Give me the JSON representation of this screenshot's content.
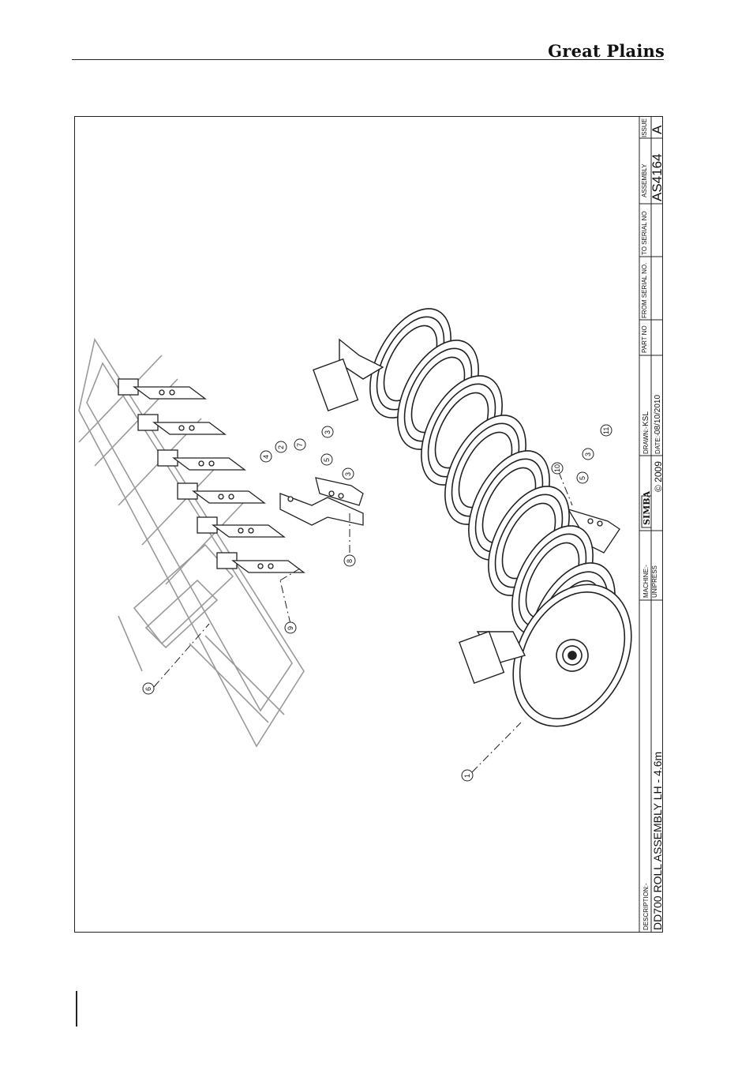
{
  "header": {
    "brand": "Great Plains"
  },
  "title_block": {
    "description_label": "DESCRIPTION:-",
    "description": "DD700 ROLL ASSEMBLY LH - 4.6m",
    "machine_label": "MACHINE:-",
    "machine": "UNIPRESS",
    "logo_text": "SIMBA",
    "copyright": "© 2009",
    "drawn_label": "DRAWN:-",
    "drawn": "KSL",
    "date_label": "DATE:-",
    "date": "08/10/2010",
    "part_no_label": "PART NO",
    "from_serial_label": "FROM SERIAL NO.",
    "to_serial_label": "TO SERIAL NO",
    "assembly_label": "ASSEMBLY",
    "assembly": "AS4164",
    "issue_label": "ISSUE",
    "issue": "A"
  },
  "callouts": [
    "1",
    "2",
    "3",
    "3",
    "3",
    "4",
    "5",
    "5",
    "6",
    "7",
    "8",
    "9",
    "10",
    "11"
  ]
}
